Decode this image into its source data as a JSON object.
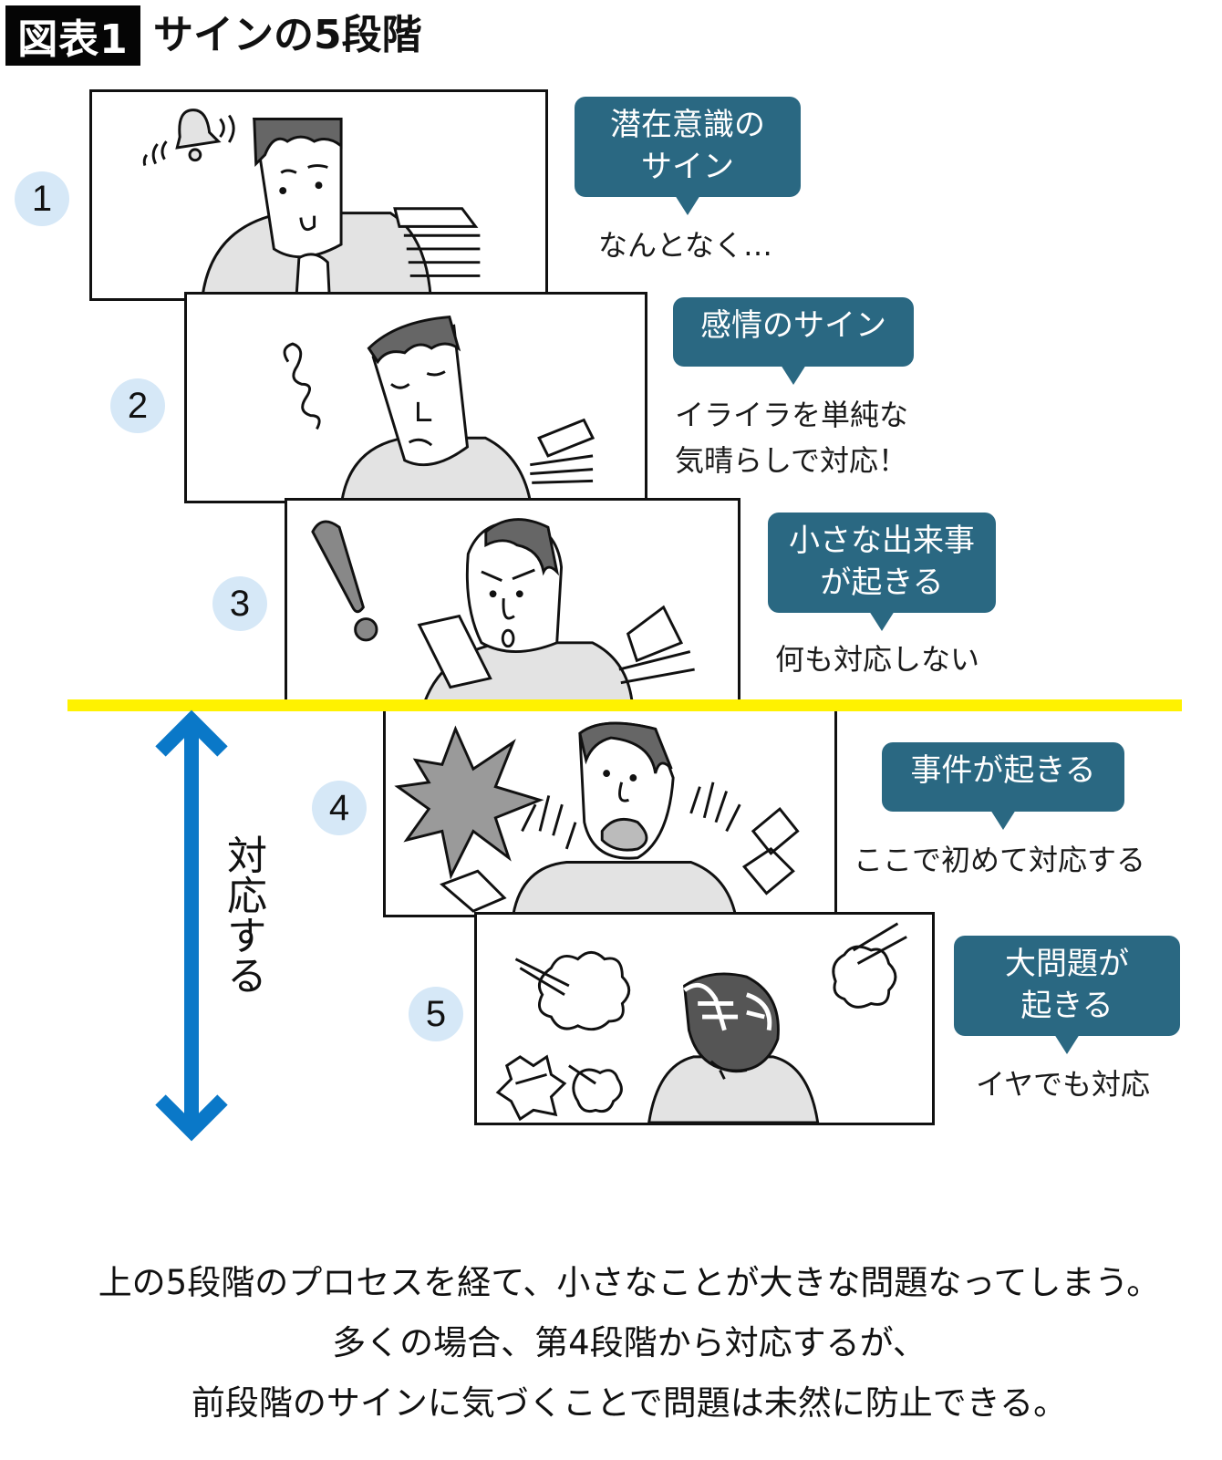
{
  "title": {
    "badge": "図表1",
    "text": "サインの5段階"
  },
  "stages": [
    {
      "number": "1",
      "bubble": [
        "潜在意識の",
        "サイン"
      ],
      "caption": [
        "なんとなく…"
      ]
    },
    {
      "number": "2",
      "bubble": [
        "感情のサイン"
      ],
      "caption": [
        "イライラを単純な",
        "気晴らしで対応！"
      ]
    },
    {
      "number": "3",
      "bubble": [
        "小さな出来事",
        "が起きる"
      ],
      "caption": [
        "何も対応しない"
      ]
    },
    {
      "number": "4",
      "bubble": [
        "事件が起きる"
      ],
      "caption": [
        "ここで初めて対応する"
      ]
    },
    {
      "number": "5",
      "bubble": [
        "大問題が",
        "起きる"
      ],
      "caption": [
        "イヤでも対応"
      ]
    }
  ],
  "response_arrow": {
    "label": "対応する",
    "color": "#0a78c8"
  },
  "threshold_line_color": "#fff200",
  "bubble_color": "#2a6882",
  "number_circle_color": "#d6e8f7",
  "summary": [
    "上の5段階のプロセスを経て、小さなことが大きな問題なってしまう。",
    "多くの場合、第4段階から対応するが、",
    "前段階のサインに気づくことで問題は未然に防止できる。"
  ]
}
